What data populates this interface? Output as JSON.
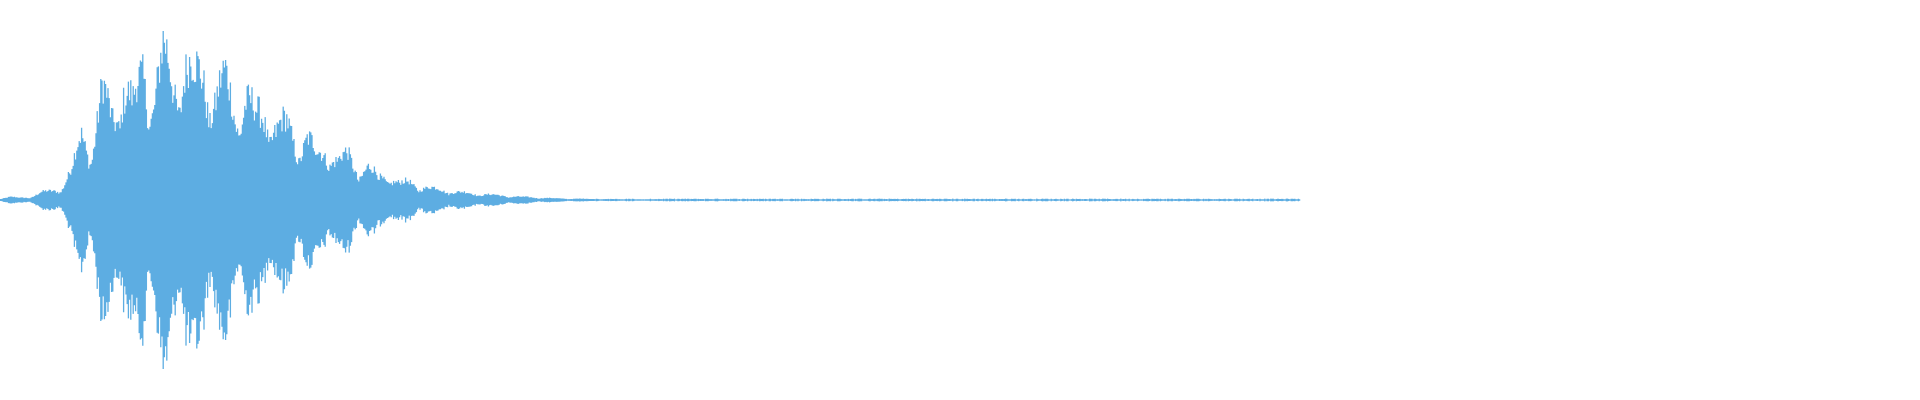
{
  "waveform": {
    "color": "#5DADE2",
    "background": "#FFFFFF",
    "envelope": [
      0.01,
      0.02,
      0.015,
      0.02,
      0.05,
      0.06,
      0.08,
      0.2,
      0.45,
      0.35,
      0.72,
      0.55,
      0.82,
      0.62,
      0.9,
      0.7,
      0.98,
      0.78,
      0.95,
      0.82,
      0.86,
      0.7,
      0.8,
      0.62,
      0.7,
      0.55,
      0.6,
      0.48,
      0.5,
      0.38,
      0.42,
      0.3,
      0.35,
      0.26,
      0.3,
      0.2,
      0.22,
      0.15,
      0.16,
      0.11,
      0.12,
      0.09,
      0.08,
      0.07,
      0.06,
      0.05,
      0.045,
      0.04,
      0.035,
      0.03,
      0.025,
      0.02,
      0.018,
      0.015,
      0.012,
      0.01,
      0.009,
      0.008,
      0.007,
      0.006,
      0.006,
      0.005,
      0.005,
      0.004,
      0.004,
      0.003,
      0.003,
      0.003,
      0.002,
      0.002,
      0.002,
      0.002,
      0,
      0,
      0,
      0,
      0,
      0,
      0,
      0,
      0,
      0,
      0,
      0,
      0,
      0,
      0,
      0,
      0,
      0,
      0,
      0,
      0,
      0,
      0,
      0,
      0,
      0,
      0,
      0,
      0,
      0,
      0,
      0,
      0,
      0,
      0,
      0,
      0,
      0,
      0,
      0,
      0,
      0,
      0,
      0,
      0,
      0,
      0,
      0,
      0,
      0,
      0,
      0,
      0,
      0,
      0,
      0
    ]
  }
}
